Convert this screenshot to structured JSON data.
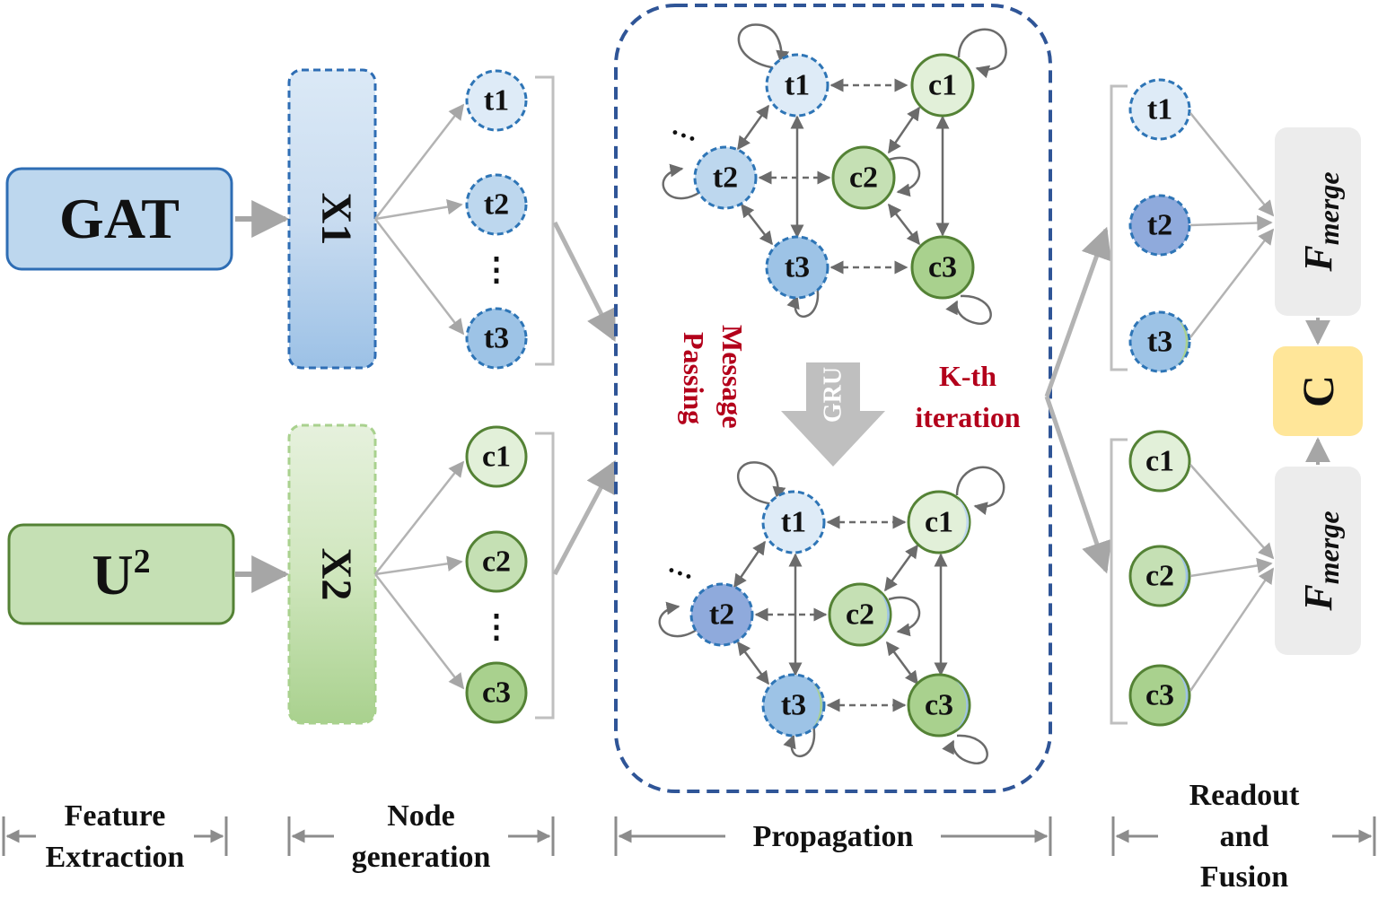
{
  "feature_extraction": {
    "gat_label": "GAT",
    "u2_base": "U",
    "u2_sup": "2"
  },
  "blocks": {
    "x1": "X1",
    "x2": "X2"
  },
  "nodes": {
    "t1": "t1",
    "t2": "t2",
    "t3": "t3",
    "c1": "c1",
    "c2": "c2",
    "c3": "c3",
    "ellipsis": "…",
    "vdots": "⋮"
  },
  "propagation": {
    "message": "Message",
    "passing": "Passing",
    "gru": "GRU",
    "kth": "K-th",
    "iteration": "iteration"
  },
  "fusion": {
    "fmerge_base": "F",
    "fmerge_sub": "merge",
    "concat": "C"
  },
  "sections": {
    "feature_1": "Feature",
    "feature_2": "Extraction",
    "node_1": "Node",
    "node_2": "generation",
    "propagation": "Propagation",
    "readout_1": "Readout",
    "readout_2": "and",
    "readout_3": "Fusion"
  },
  "colors": {
    "blue_border": "#2e6db4",
    "blue_fill": "#bdd7ee",
    "green_border": "#548235",
    "green_fill": "#c5e0b4",
    "dashed_frame": "#2f5597",
    "gray": "#a6a6a6",
    "concat_fill": "#ffe699",
    "red_text": "#b3001b"
  }
}
